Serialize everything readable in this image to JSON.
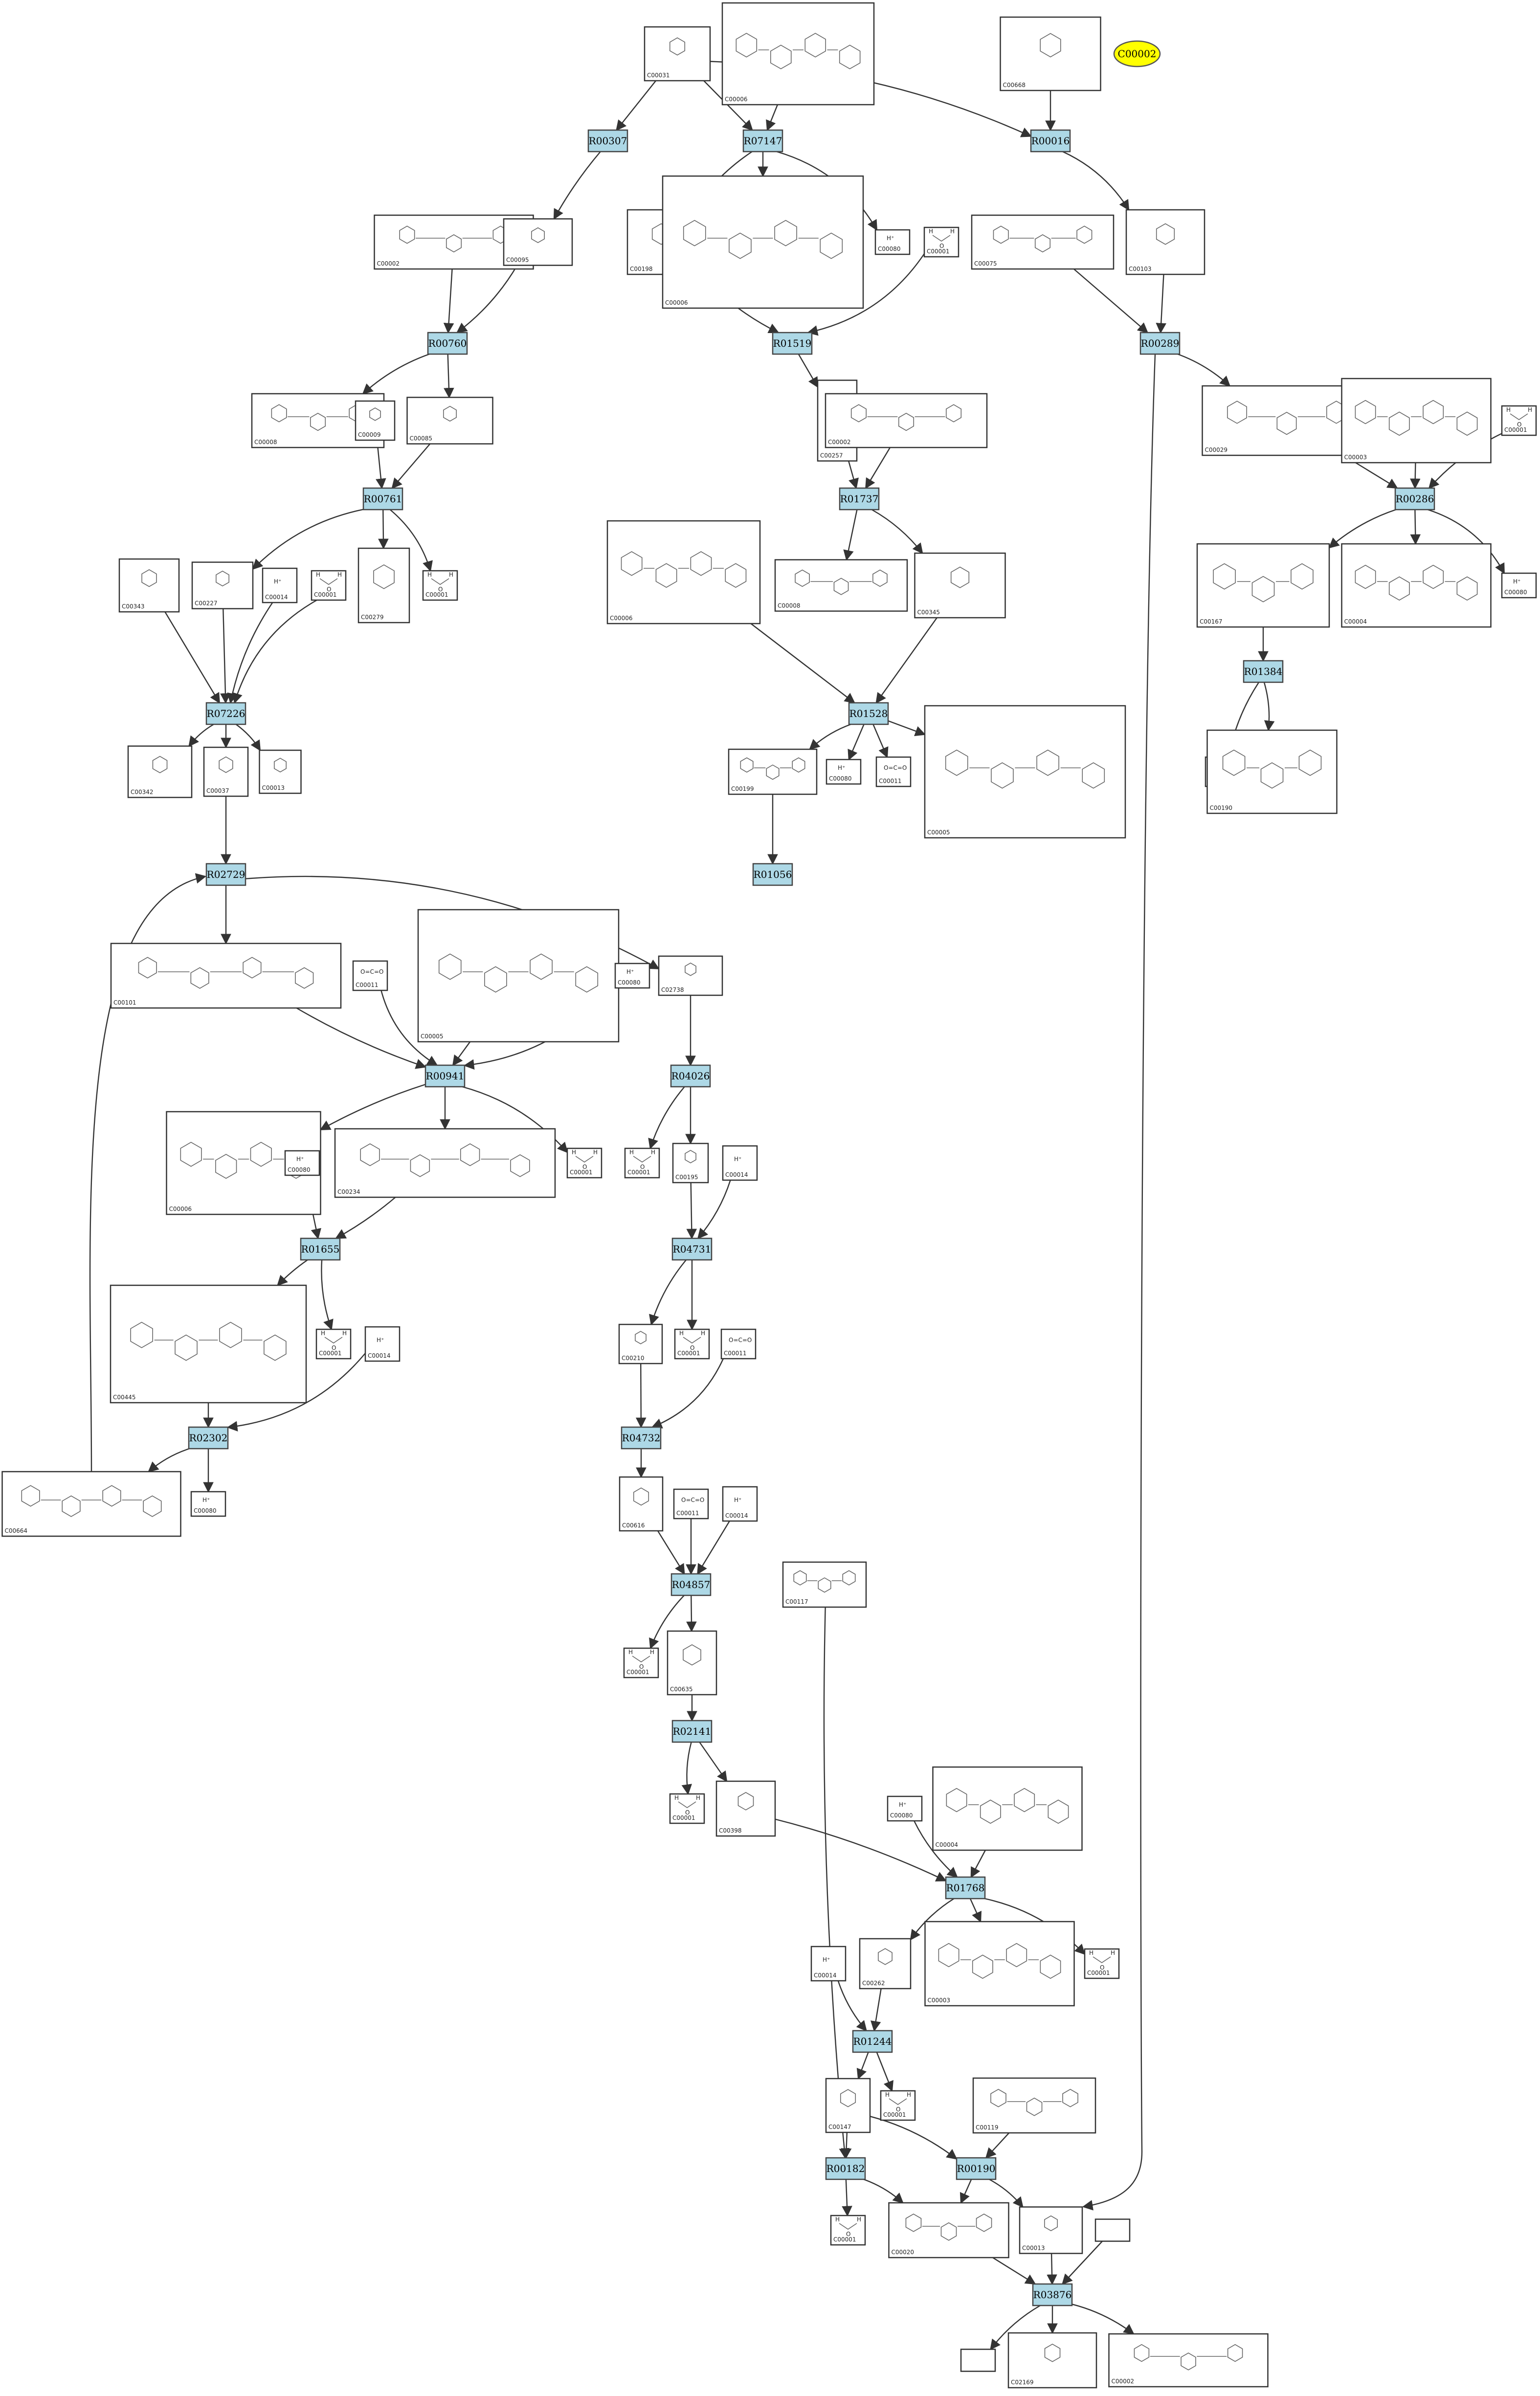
{
  "highlight": {
    "label": "C00002"
  },
  "reactions": [
    {
      "id": "R00307",
      "label": "R00307"
    },
    {
      "id": "R07147",
      "label": "R07147"
    },
    {
      "id": "R00016",
      "label": "R00016"
    },
    {
      "id": "R00760",
      "label": "R00760"
    },
    {
      "id": "R01519",
      "label": "R01519"
    },
    {
      "id": "R00289",
      "label": "R00289"
    },
    {
      "id": "R00761",
      "label": "R00761"
    },
    {
      "id": "R01737",
      "label": "R01737"
    },
    {
      "id": "R00286",
      "label": "R00286"
    },
    {
      "id": "R07226",
      "label": "R07226"
    },
    {
      "id": "R01528",
      "label": "R01528"
    },
    {
      "id": "R01384",
      "label": "R01384"
    },
    {
      "id": "R02729",
      "label": "R02729"
    },
    {
      "id": "R01056",
      "label": "R01056"
    },
    {
      "id": "R00941",
      "label": "R00941"
    },
    {
      "id": "R04026",
      "label": "R04026"
    },
    {
      "id": "R01655",
      "label": "R01655"
    },
    {
      "id": "R04731",
      "label": "R04731"
    },
    {
      "id": "R02302",
      "label": "R02302"
    },
    {
      "id": "R04732",
      "label": "R04732"
    },
    {
      "id": "R04857",
      "label": "R04857"
    },
    {
      "id": "R02141",
      "label": "R02141"
    },
    {
      "id": "R01768",
      "label": "R01768"
    },
    {
      "id": "R01244",
      "label": "R01244"
    },
    {
      "id": "R00182",
      "label": "R00182"
    },
    {
      "id": "R00190",
      "label": "R00190"
    },
    {
      "id": "R03876",
      "label": "R03876"
    }
  ],
  "compounds": [
    {
      "id": "c031",
      "label": "C00031"
    },
    {
      "id": "c006t",
      "label": "C00006"
    },
    {
      "id": "c668",
      "label": "C00668"
    },
    {
      "id": "c002a",
      "label": "C00002"
    },
    {
      "id": "c095",
      "label": "C00095"
    },
    {
      "id": "c198",
      "label": "C00198"
    },
    {
      "id": "c006b",
      "label": "C00006"
    },
    {
      "id": "c080a",
      "label": "C00080"
    },
    {
      "id": "c001a",
      "label": "C00001"
    },
    {
      "id": "c075",
      "label": "C00075"
    },
    {
      "id": "c103",
      "label": "C00103"
    },
    {
      "id": "c008a",
      "label": "C00008"
    },
    {
      "id": "c009",
      "label": "C00009"
    },
    {
      "id": "c085",
      "label": "C00085"
    },
    {
      "id": "c257",
      "label": "C00257"
    },
    {
      "id": "c002b",
      "label": "C00002"
    },
    {
      "id": "c029",
      "label": "C00029"
    },
    {
      "id": "c003a",
      "label": "C00003"
    },
    {
      "id": "c001b",
      "label": "C00001"
    },
    {
      "id": "c343",
      "label": "C00343"
    },
    {
      "id": "c227",
      "label": "C00227"
    },
    {
      "id": "c014a",
      "label": "C00014"
    },
    {
      "id": "c001c",
      "label": "C00001"
    },
    {
      "id": "c279",
      "label": "C00279"
    },
    {
      "id": "c001d",
      "label": "C00001"
    },
    {
      "id": "c006c",
      "label": "C00006"
    },
    {
      "id": "c008b",
      "label": "C00008"
    },
    {
      "id": "c345",
      "label": "C00345"
    },
    {
      "id": "c167",
      "label": "C00167"
    },
    {
      "id": "c004a",
      "label": "C00004"
    },
    {
      "id": "c080b",
      "label": "C00080"
    },
    {
      "id": "c342",
      "label": "C00342"
    },
    {
      "id": "c037",
      "label": "C00037"
    },
    {
      "id": "c013",
      "label": "C00013"
    },
    {
      "id": "c199",
      "label": "C00199"
    },
    {
      "id": "c080c",
      "label": "C00080"
    },
    {
      "id": "c011a",
      "label": "C00011"
    },
    {
      "id": "c005a",
      "label": "C00005"
    },
    {
      "id": "c011b",
      "label": "C00011"
    },
    {
      "id": "c190",
      "label": "C00190"
    },
    {
      "id": "c101",
      "label": "C00101"
    },
    {
      "id": "c011c",
      "label": "C00011"
    },
    {
      "id": "c005b",
      "label": "C00005"
    },
    {
      "id": "c080d",
      "label": "C00080"
    },
    {
      "id": "c2738",
      "label": "C02738"
    },
    {
      "id": "c006d",
      "label": "C00006"
    },
    {
      "id": "c080e",
      "label": "C00080"
    },
    {
      "id": "c234",
      "label": "C00234"
    },
    {
      "id": "c001e",
      "label": "C00001"
    },
    {
      "id": "c001f",
      "label": "C00001"
    },
    {
      "id": "c195",
      "label": "C00195"
    },
    {
      "id": "c014b",
      "label": "C00014"
    },
    {
      "id": "c445",
      "label": "C00445"
    },
    {
      "id": "c001g",
      "label": "C00001"
    },
    {
      "id": "c014c",
      "label": "C00014"
    },
    {
      "id": "c210",
      "label": "C00210"
    },
    {
      "id": "c001h",
      "label": "C00001"
    },
    {
      "id": "c011d",
      "label": "C00011"
    },
    {
      "id": "c664",
      "label": "C00664"
    },
    {
      "id": "c080f",
      "label": "C00080"
    },
    {
      "id": "c616",
      "label": "C00616"
    },
    {
      "id": "c011e",
      "label": "C00011"
    },
    {
      "id": "c014d",
      "label": "C00014"
    },
    {
      "id": "c117",
      "label": "C00117"
    },
    {
      "id": "c001i",
      "label": "C00001"
    },
    {
      "id": "c635",
      "label": "C00635"
    },
    {
      "id": "c001j",
      "label": "C00001"
    },
    {
      "id": "c398",
      "label": "C00398"
    },
    {
      "id": "c080g",
      "label": "C00080"
    },
    {
      "id": "c004b",
      "label": "C00004"
    },
    {
      "id": "c001k",
      "label": "C00001"
    },
    {
      "id": "c014e",
      "label": "C00014"
    },
    {
      "id": "c262",
      "label": "C00262"
    },
    {
      "id": "c003b",
      "label": "C00003"
    },
    {
      "id": "c147",
      "label": "C00147"
    },
    {
      "id": "c001l",
      "label": "C00001"
    },
    {
      "id": "c119",
      "label": "C00119"
    },
    {
      "id": "c001m",
      "label": "C00001"
    },
    {
      "id": "c020",
      "label": "C00020"
    },
    {
      "id": "c013b",
      "label": "C00013"
    },
    {
      "id": "cEmpty1",
      "label": ""
    },
    {
      "id": "cEmpty2",
      "label": ""
    },
    {
      "id": "c2169",
      "label": "C02169"
    },
    {
      "id": "c002c",
      "label": "C00002"
    }
  ],
  "colors": {
    "reaction_fill": "#add8e6",
    "highlight_fill": "#ffff00",
    "line": "#333333"
  }
}
